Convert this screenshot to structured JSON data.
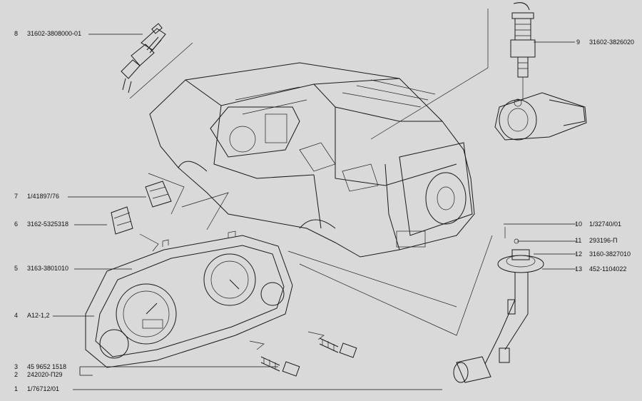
{
  "callouts": [
    {
      "num": "1",
      "code": "1/76712/01"
    },
    {
      "num": "2",
      "code": "242020-П29"
    },
    {
      "num": "3",
      "code": "45  9652  1518"
    },
    {
      "num": "4",
      "code": "А12-1,2"
    },
    {
      "num": "5",
      "code": "3163-3801010"
    },
    {
      "num": "6",
      "code": "3162-5325318"
    },
    {
      "num": "7",
      "code": "1/41897/76"
    },
    {
      "num": "8",
      "code": "31602-3808000-01"
    },
    {
      "num": "9",
      "code": "31602-3826020"
    },
    {
      "num": "10",
      "code": "1/32740/01"
    },
    {
      "num": "11",
      "code": "293196-П"
    },
    {
      "num": "12",
      "code": "3160-3827010"
    },
    {
      "num": "13",
      "code": "452-1104022"
    }
  ]
}
